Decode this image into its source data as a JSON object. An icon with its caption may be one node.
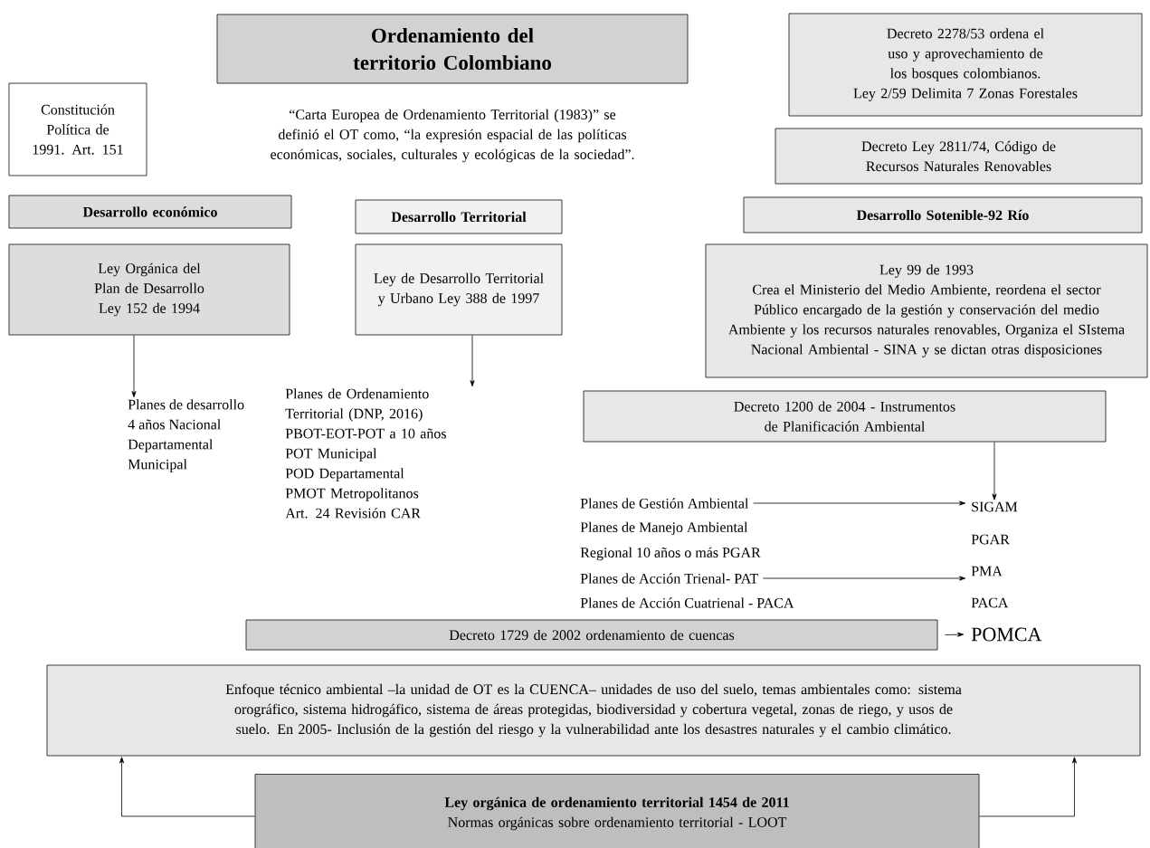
{
  "diagram": {
    "nodes": [
      {
        "text": [
          "Ordenamiento del territorio Colombiano"
        ]
      },
      {
        "text": [
          "Constitución Política de 1991. Art. 151"
        ]
      },
      {
        "text": [
          "Decreto 2278/53 ordena el uso y aprovechamiento de los bosques colombianos.",
          "Ley 2/59 Delimita 7 Zonas Forestales"
        ]
      },
      {
        "text": [
          "Decreto Ley 2811/74, Código de Recursos Naturales Renovables"
        ]
      },
      {
        "text": [
          "Desarrollo económico"
        ]
      },
      {
        "text": [
          "Desarrollo Territorial"
        ]
      },
      {
        "text": [
          "Desarrollo Sotenible-92 Río"
        ]
      },
      {
        "text": [
          "Ley Orgánica del Plan de Desarrollo Ley 152 de 1994"
        ]
      },
      {
        "text": [
          "Ley de Desarrollo Territorial y Urbano Ley 388 de 1997"
        ]
      },
      {
        "text": [
          "Ley 99 de 1993",
          "Crea el Ministerio del Medio Ambiente, reordena el sector Público encargado de la gestión y conservación del medio Ambiente y los recursos naturales renovables, Organiza el SIstema Nacional Ambiental - SINA y se dictan otras disposiciones"
        ]
      },
      {
        "text": [
          "Planes de desarrollo",
          "4 años Nacional",
          "Departamental",
          "Municipal"
        ]
      },
      {
        "text": [
          "Planes de Ordenamiento Territorial (DNP, 2016)",
          "PBOT-EOT-POT a 10 años",
          "POT Municipal",
          "POD Departamental",
          "PMOT Metropolitanos",
          "Art. 24 Revisión CAR"
        ]
      },
      {
        "text": [
          "Decreto 1200 de 2004 - Instrumentos de Planificación Ambiental"
        ]
      },
      {
        "text": [
          "Planes de Gestión Ambiental"
        ]
      },
      {
        "text": [
          "Planes de Manejo Ambiental"
        ]
      },
      {
        "text": [
          "Regional 10 años o más PGAR"
        ]
      },
      {
        "text": [
          "Planes de Acción Trienal- PAT"
        ]
      },
      {
        "text": [
          "Planes de Acción Cuatrienal - PACA"
        ]
      },
      {
        "text": [
          "SIGAM"
        ]
      },
      {
        "text": [
          "PGAR"
        ]
      },
      {
        "text": [
          "PMA"
        ]
      },
      {
        "text": [
          "PACA"
        ]
      },
      {
        "text": [
          "Decreto 1729 de 2002 ordenamiento de cuencas"
        ]
      },
      {
        "text": [
          "POMCA"
        ]
      },
      {
        "text": [
          "Enfoque técnico ambiental –la unidad de OT es la CUENCA– unidades de uso del suelo, temas ambientales como: sistema orográfico, sistema hidrogáfico, sistema de áreas protegidas, biodiversidad y cobertura vegetal, zonas de riego, y usos de suelo. En 2005- Inclusión de la gestión del riesgo y la vulnerabilidad ante los desastres naturales y el cambio climático."
        ]
      },
      {
        "text": [
          "Ley orgánica de ordenamiento territorial 1454 de 2011",
          "Normas orgánicas sobre ordenamiento territorial - LOOT"
        ]
      }
    ],
    "edges": [
      {
        "from": 7,
        "to": 10,
        "arrow": "to"
      },
      {
        "from": 8,
        "to": 11,
        "arrow": "to"
      },
      {
        "from": 12,
        "to": 18,
        "arrow": "to"
      },
      {
        "from": 13,
        "to": 18,
        "arrow": "to"
      },
      {
        "from": 16,
        "to": 20,
        "arrow": "to"
      },
      {
        "from": 22,
        "to": 23,
        "arrow": "to"
      },
      {
        "from": 25,
        "to": 24,
        "arrow": "to"
      },
      {
        "from": 25,
        "to": 24,
        "arrow": "to"
      }
    ],
    "labels": [
      "“Carta Europea de Ordenamiento Territorial (1983)” se definió el OT como, “la expresión espacial de las políticas económicas, sociales, culturales y ecológicas de la sociedad”."
    ]
  }
}
